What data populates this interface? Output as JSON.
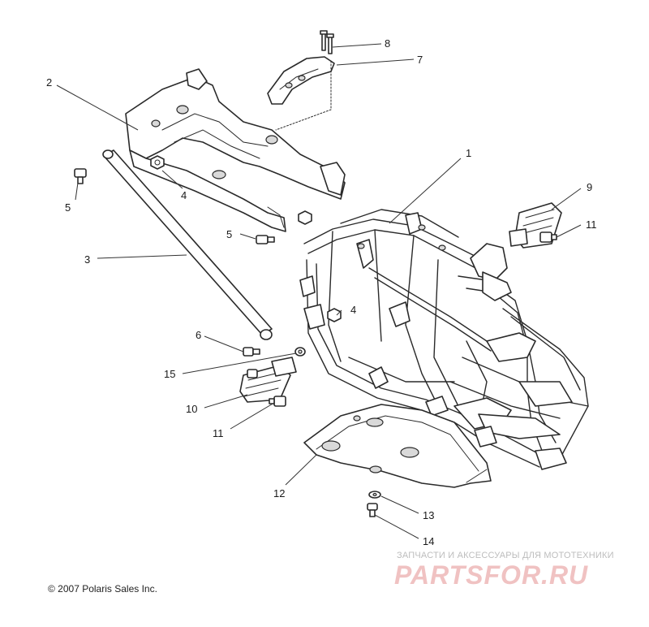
{
  "callouts": [
    "1",
    "2",
    "3",
    "4",
    "4",
    "5",
    "5",
    "6",
    "7",
    "8",
    "9",
    "10",
    "11",
    "11",
    "12",
    "13",
    "14",
    "15"
  ],
  "copyright": "© 2007 Polaris Sales Inc.",
  "watermark": {
    "subtitle": "ЗАПЧАСТИ И АКСЕССУАРЫ ДЛЯ МОТОТЕХНИКИ",
    "logo": "PARTSFOR.RU"
  },
  "colors": {
    "line": "#2a2a2a",
    "watermark": "#f0c2c2"
  }
}
